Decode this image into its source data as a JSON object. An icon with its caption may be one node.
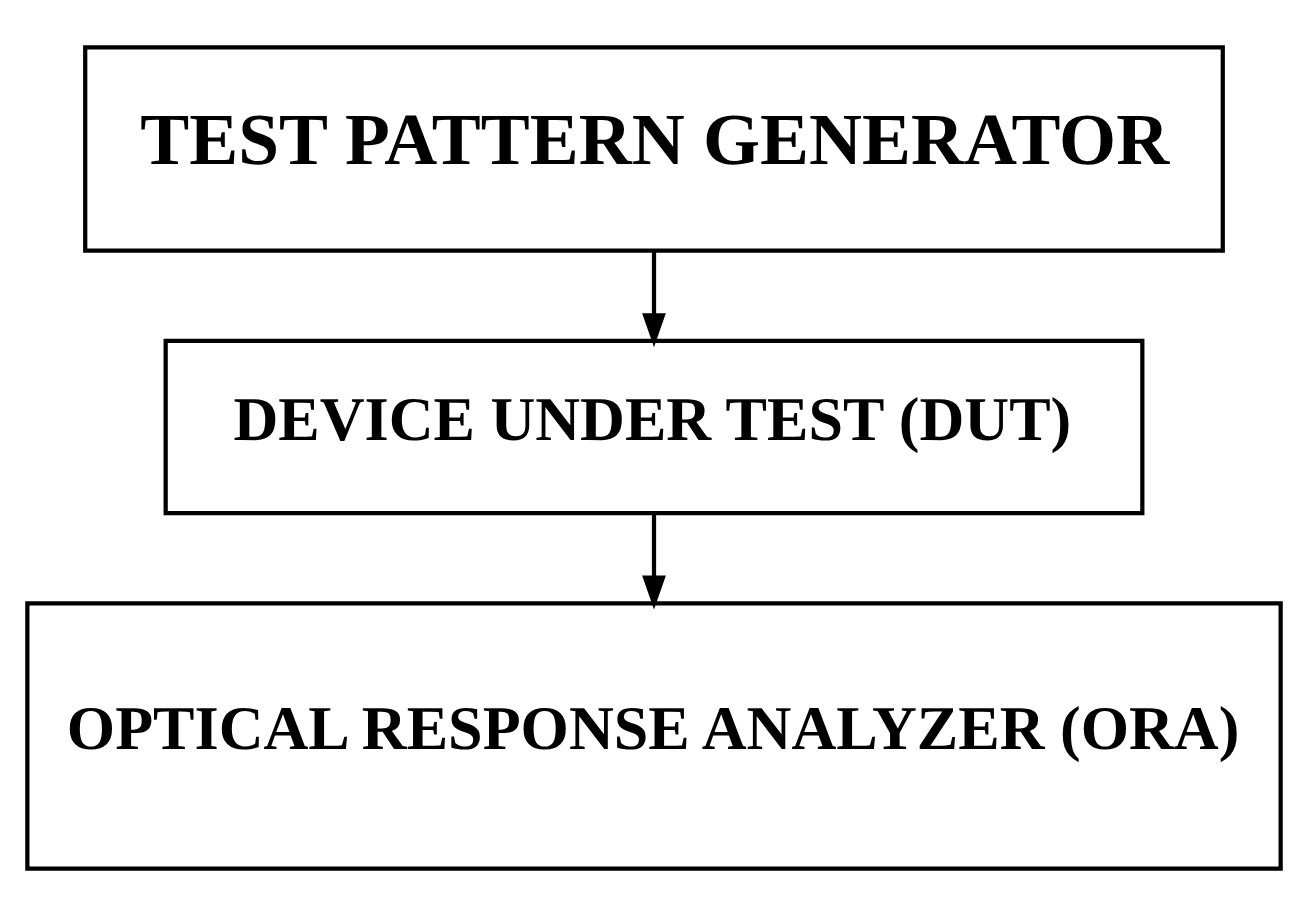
{
  "diagram": {
    "nodes": [
      {
        "text": [
          "TEST PATTERN GENERATOR"
        ]
      },
      {
        "text": [
          "DEVICE UNDER TEST (DUT)"
        ]
      },
      {
        "text": [
          "OPTICAL RESPONSE ANALYZER (ORA)"
        ]
      }
    ],
    "edges": [
      {
        "from": 0,
        "to": 1,
        "arrow": "to"
      },
      {
        "from": 1,
        "to": 2,
        "arrow": "to"
      }
    ]
  }
}
